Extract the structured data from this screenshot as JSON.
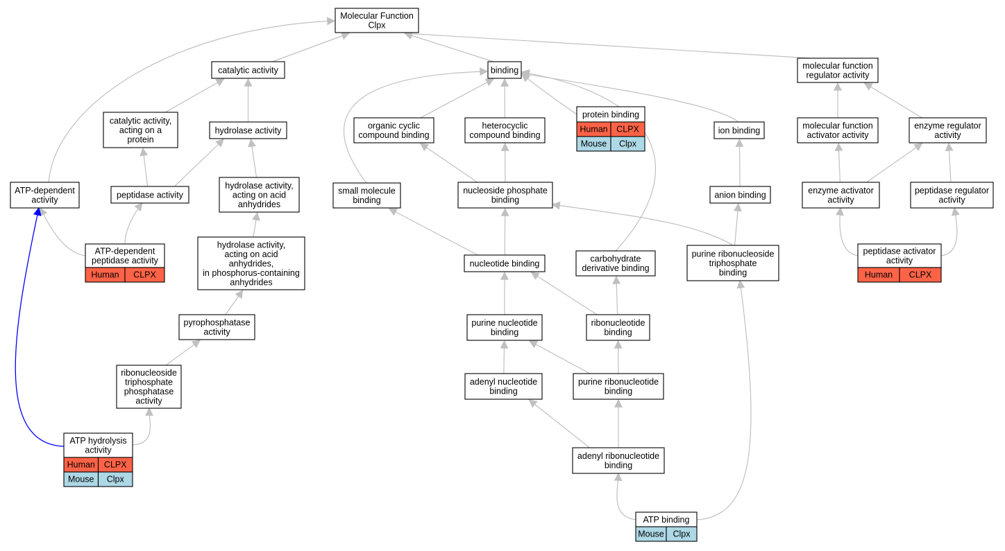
{
  "colors": {
    "edge": "#c0c0c0",
    "highlight_edge": "#0000ff",
    "node_border": "#000000",
    "node_fill": "#ffffff",
    "human_fill": "#ff6347",
    "mouse_fill": "#add8e6"
  },
  "nodes": {
    "mf": {
      "lines": [
        "Molecular Function",
        "Clpx"
      ]
    },
    "catalytic": {
      "lines": [
        "catalytic activity"
      ]
    },
    "binding": {
      "lines": [
        "binding"
      ]
    },
    "mfreg": {
      "lines": [
        "molecular function",
        "regulator activity"
      ]
    },
    "catprot": {
      "lines": [
        "catalytic activity,",
        "acting on a",
        "protein"
      ]
    },
    "hydrolase": {
      "lines": [
        "hydrolase activity"
      ]
    },
    "organic": {
      "lines": [
        "organic cyclic",
        "compound binding"
      ]
    },
    "heterocyclic": {
      "lines": [
        "heterocyclic",
        "compound binding"
      ]
    },
    "protbind": {
      "lines": [
        "protein binding"
      ],
      "species": [
        {
          "species": "Human",
          "gene": "CLPX",
          "kind": "human"
        },
        {
          "species": "Mouse",
          "gene": "Clpx",
          "kind": "mouse"
        }
      ]
    },
    "ionbind": {
      "lines": [
        "ion binding"
      ]
    },
    "mfact": {
      "lines": [
        "molecular function",
        "activator activity"
      ]
    },
    "enzreg": {
      "lines": [
        "enzyme regulator",
        "activity"
      ]
    },
    "atpdep": {
      "lines": [
        "ATP-dependent",
        "activity"
      ]
    },
    "peptidase": {
      "lines": [
        "peptidase activity"
      ]
    },
    "hydacid": {
      "lines": [
        "hydrolase activity,",
        "acting on acid",
        "anhydrides"
      ]
    },
    "smallmol": {
      "lines": [
        "small molecule",
        "binding"
      ]
    },
    "nucphos": {
      "lines": [
        "nucleoside phosphate",
        "binding"
      ]
    },
    "anion": {
      "lines": [
        "anion binding"
      ]
    },
    "enzact": {
      "lines": [
        "enzyme activator",
        "activity"
      ]
    },
    "pepreg": {
      "lines": [
        "peptidase regulator",
        "activity"
      ]
    },
    "atpdeppep": {
      "lines": [
        "ATP-dependent",
        "peptidase activity"
      ],
      "species": [
        {
          "species": "Human",
          "gene": "CLPX",
          "kind": "human"
        }
      ]
    },
    "hydphos": {
      "lines": [
        "hydrolase activity,",
        "acting on acid",
        "anhydrides,",
        "in phosphorus-containing",
        "anhydrides"
      ]
    },
    "nucleotide": {
      "lines": [
        "nucleotide binding"
      ]
    },
    "carbo": {
      "lines": [
        "carbohydrate",
        "derivative binding"
      ]
    },
    "purribtri": {
      "lines": [
        "purine ribonucleoside",
        "triphosphate",
        "binding"
      ]
    },
    "pepact": {
      "lines": [
        "peptidase activator",
        "activity"
      ],
      "species": [
        {
          "species": "Human",
          "gene": "CLPX",
          "kind": "human"
        }
      ]
    },
    "pyrophos": {
      "lines": [
        "pyrophosphatase",
        "activity"
      ]
    },
    "purnuc": {
      "lines": [
        "purine nucleotide",
        "binding"
      ]
    },
    "ribonuc": {
      "lines": [
        "ribonucleotide",
        "binding"
      ]
    },
    "ribotri": {
      "lines": [
        "ribonucleoside",
        "triphosphate",
        "phosphatase",
        "activity"
      ]
    },
    "adenylnuc": {
      "lines": [
        "adenyl nucleotide",
        "binding"
      ]
    },
    "purribo": {
      "lines": [
        "purine ribonucleotide",
        "binding"
      ]
    },
    "atphyd": {
      "lines": [
        "ATP hydrolysis",
        "activity"
      ],
      "species": [
        {
          "species": "Human",
          "gene": "CLPX",
          "kind": "human"
        },
        {
          "species": "Mouse",
          "gene": "Clpx",
          "kind": "mouse"
        }
      ]
    },
    "adenylribo": {
      "lines": [
        "adenyl ribonucleotide",
        "binding"
      ]
    },
    "atpbind": {
      "lines": [
        "ATP binding"
      ],
      "species": [
        {
          "species": "Mouse",
          "gene": "Clpx",
          "kind": "mouse"
        }
      ]
    }
  },
  "edges": [
    {
      "from": "catalytic",
      "to": "mf"
    },
    {
      "from": "binding",
      "to": "mf"
    },
    {
      "from": "mfreg",
      "to": "mf"
    },
    {
      "from": "atpdep",
      "to": "mf"
    },
    {
      "from": "catprot",
      "to": "catalytic"
    },
    {
      "from": "hydrolase",
      "to": "catalytic"
    },
    {
      "from": "organic",
      "to": "binding"
    },
    {
      "from": "heterocyclic",
      "to": "binding"
    },
    {
      "from": "protbind",
      "to": "binding"
    },
    {
      "from": "ionbind",
      "to": "binding"
    },
    {
      "from": "smallmol",
      "to": "binding"
    },
    {
      "from": "carbo",
      "to": "binding"
    },
    {
      "from": "mfact",
      "to": "mfreg"
    },
    {
      "from": "enzreg",
      "to": "mfreg"
    },
    {
      "from": "peptidase",
      "to": "catprot"
    },
    {
      "from": "peptidase",
      "to": "hydrolase"
    },
    {
      "from": "hydacid",
      "to": "hydrolase"
    },
    {
      "from": "nucphos",
      "to": "organic"
    },
    {
      "from": "nucphos",
      "to": "heterocyclic"
    },
    {
      "from": "anion",
      "to": "ionbind"
    },
    {
      "from": "enzact",
      "to": "mfact"
    },
    {
      "from": "enzact",
      "to": "enzreg"
    },
    {
      "from": "pepreg",
      "to": "enzreg"
    },
    {
      "from": "atpdeppep",
      "to": "atpdep"
    },
    {
      "from": "atpdeppep",
      "to": "peptidase"
    },
    {
      "from": "hydphos",
      "to": "hydacid"
    },
    {
      "from": "nucleotide",
      "to": "smallmol"
    },
    {
      "from": "nucleotide",
      "to": "nucphos"
    },
    {
      "from": "purribtri",
      "to": "nucphos"
    },
    {
      "from": "purribtri",
      "to": "anion"
    },
    {
      "from": "pepact",
      "to": "enzact"
    },
    {
      "from": "pepact",
      "to": "pepreg"
    },
    {
      "from": "pyrophos",
      "to": "hydphos"
    },
    {
      "from": "purnuc",
      "to": "nucleotide"
    },
    {
      "from": "ribonuc",
      "to": "nucleotide"
    },
    {
      "from": "ribonuc",
      "to": "carbo"
    },
    {
      "from": "ribotri",
      "to": "pyrophos"
    },
    {
      "from": "adenylnuc",
      "to": "purnuc"
    },
    {
      "from": "purribo",
      "to": "purnuc"
    },
    {
      "from": "purribo",
      "to": "ribonuc"
    },
    {
      "from": "atphyd",
      "to": "ribotri"
    },
    {
      "from": "atphyd",
      "to": "atpdep",
      "highlight": true
    },
    {
      "from": "adenylribo",
      "to": "adenylnuc"
    },
    {
      "from": "adenylribo",
      "to": "purribo"
    },
    {
      "from": "atpbind",
      "to": "adenylribo"
    },
    {
      "from": "atpbind",
      "to": "purribtri"
    }
  ]
}
